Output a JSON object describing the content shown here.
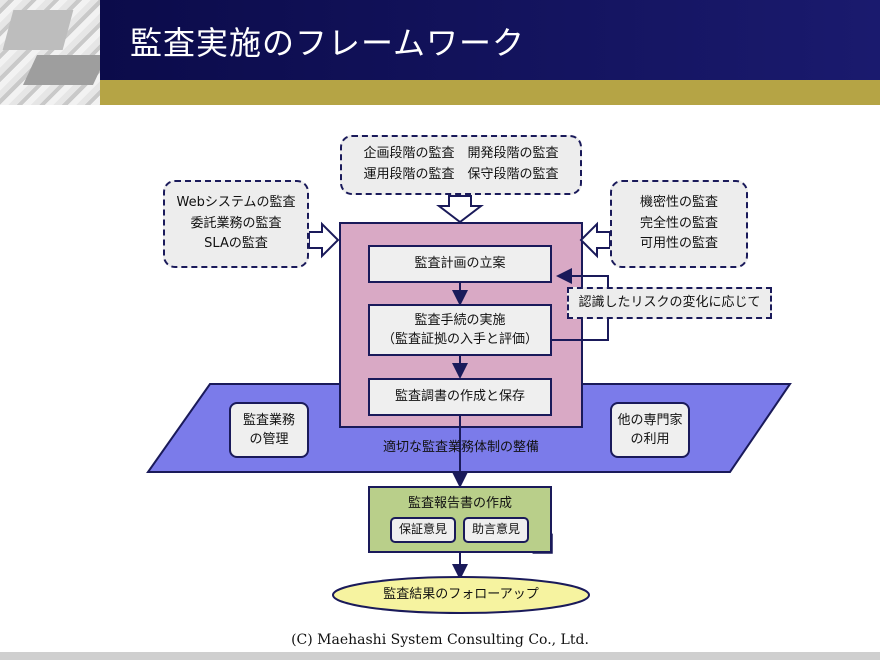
{
  "header": {
    "title": "監査実施のフレームワーク"
  },
  "footer": {
    "copyright": "(C) Maehashi System Consulting Co., Ltd."
  },
  "diagram": {
    "top_box": {
      "lines": [
        "企画段階の監査　開発段階の監査",
        "運用段階の監査　保守段階の監査"
      ]
    },
    "left_box": {
      "lines": [
        "Webシステムの監査",
        "委託業務の監査",
        "SLAの監査"
      ]
    },
    "right_box": {
      "lines": [
        "機密性の監査",
        "完全性の監査",
        "可用性の監査"
      ]
    },
    "steps": [
      {
        "lines": [
          "監査計画の立案"
        ]
      },
      {
        "lines": [
          "監査手続の実施",
          "（監査証拠の入手と評価）"
        ]
      },
      {
        "lines": [
          "監査調書の作成と保存"
        ]
      }
    ],
    "feedback_label": "認識したリスクの変化に応じて",
    "platform": {
      "label": "適切な監査業務体制の整備",
      "left_box": {
        "lines": [
          "監査業務",
          "の管理"
        ]
      },
      "right_box": {
        "lines": [
          "他の専門家",
          "の利用"
        ]
      }
    },
    "report": {
      "title": "監査報告書の作成",
      "options": [
        "保証意見",
        "助言意見"
      ]
    },
    "followup": "監査結果のフォローアップ"
  },
  "colors": {
    "title_band": "#0b0b4a",
    "gold_band": "#b5a445",
    "platform_fill": "#7b7bea",
    "center_fill": "#d9a9c5",
    "report_fill": "#b9cf8a",
    "followup_fill": "#f6f3a0",
    "stroke": "#1a1a5a"
  }
}
